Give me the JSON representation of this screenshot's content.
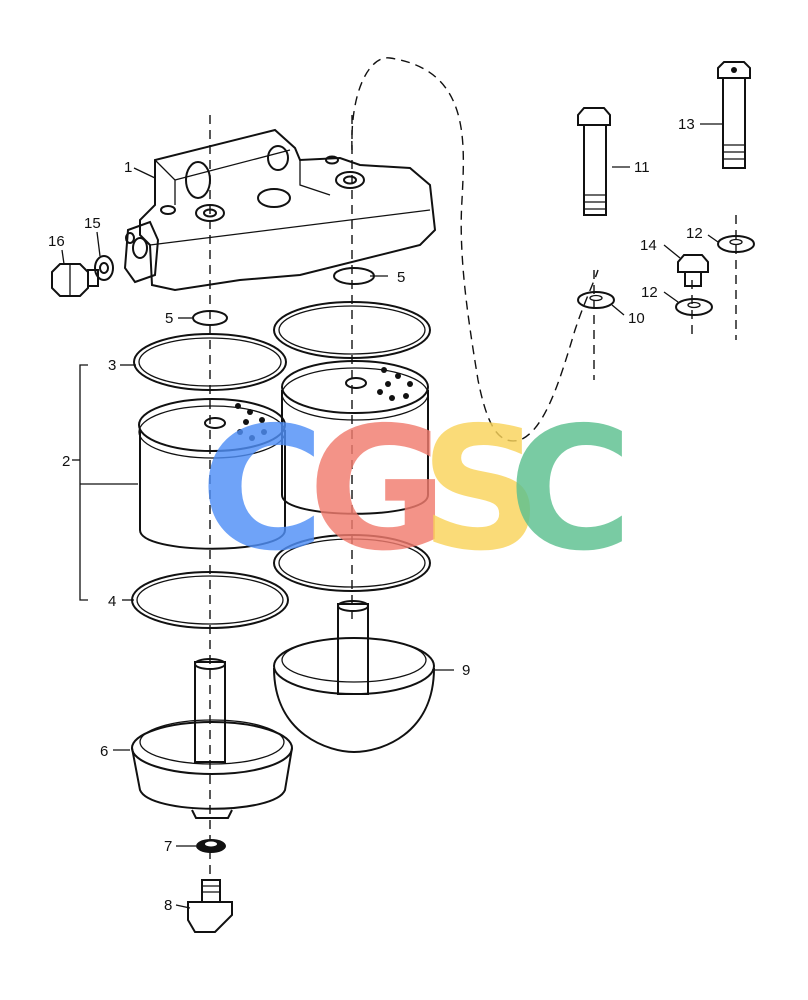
{
  "diagram": {
    "callouts": [
      {
        "id": "1",
        "text": "1"
      },
      {
        "id": "2",
        "text": "2"
      },
      {
        "id": "3",
        "text": "3"
      },
      {
        "id": "4",
        "text": "4"
      },
      {
        "id": "5a",
        "text": "5"
      },
      {
        "id": "5b",
        "text": "5"
      },
      {
        "id": "6",
        "text": "6"
      },
      {
        "id": "7",
        "text": "7"
      },
      {
        "id": "8",
        "text": "8"
      },
      {
        "id": "9",
        "text": "9"
      },
      {
        "id": "10",
        "text": "10"
      },
      {
        "id": "11",
        "text": "11"
      },
      {
        "id": "12a",
        "text": "12"
      },
      {
        "id": "12b",
        "text": "12"
      },
      {
        "id": "13",
        "text": "13"
      },
      {
        "id": "14",
        "text": "14"
      },
      {
        "id": "15",
        "text": "15"
      },
      {
        "id": "16",
        "text": "16"
      }
    ]
  },
  "watermark": {
    "letters": [
      {
        "char": "C",
        "color": "#4f8ff7"
      },
      {
        "char": "G",
        "color": "#f07b6e"
      },
      {
        "char": "S",
        "color": "#f9d35a"
      },
      {
        "char": "C",
        "color": "#5cbf8f"
      }
    ],
    "opacity": 0.82
  }
}
